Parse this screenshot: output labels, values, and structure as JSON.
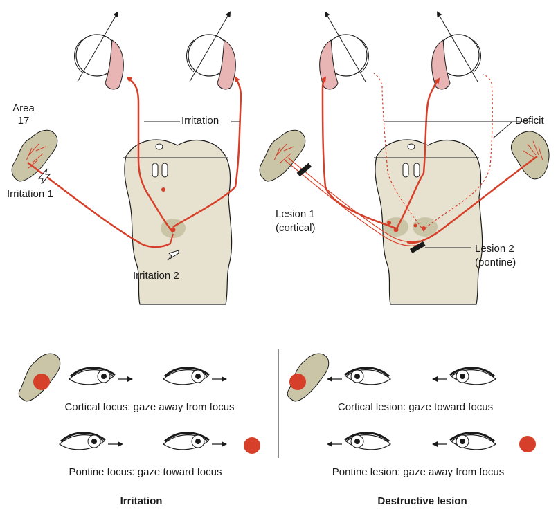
{
  "colors": {
    "tract": "#d6402a",
    "tissue": "#e7e1d0",
    "nucleus": "#c9c5a6",
    "muscle": "#e8b4b4",
    "focus": "#d6402a",
    "ink": "#1a1a1a"
  },
  "top": {
    "area_label": "Area\n17",
    "irritation_label": "Irritation",
    "deficit_label": "Deficit",
    "irritation1_label": "Irritation 1",
    "irritation2_label": "Irritation 2",
    "lesion1_label": "Lesion 1\n(cortical)",
    "lesion2_label": "Lesion 2\n(pontine)"
  },
  "bottom": {
    "cortical_focus_caption": "Cortical focus: gaze away from focus",
    "pontine_focus_caption": "Pontine focus: gaze toward focus",
    "cortical_lesion_caption": "Cortical lesion: gaze toward focus",
    "pontine_lesion_caption": "Pontine lesion: gaze away from focus"
  },
  "panel_titles": {
    "left": "Irritation",
    "right": "Destructive lesion"
  }
}
